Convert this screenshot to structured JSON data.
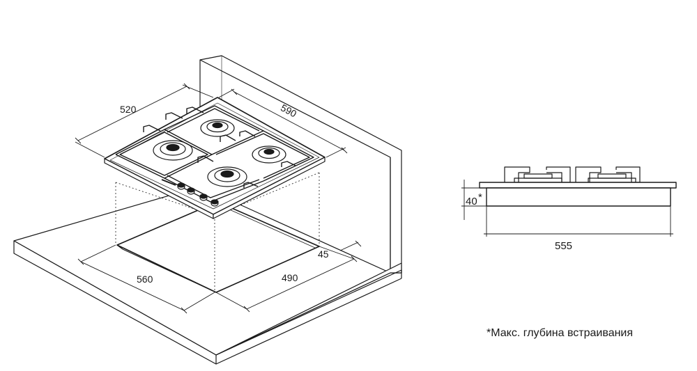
{
  "dimensions": {
    "width_depth": "520",
    "length": "590",
    "cutout_width": "560",
    "cutout_depth": "490",
    "edge_offset": "45",
    "side_width": "555",
    "embed_depth": "40",
    "embed_depth_mark": "*"
  },
  "footnote": "*Макс. глубина встраивания"
}
